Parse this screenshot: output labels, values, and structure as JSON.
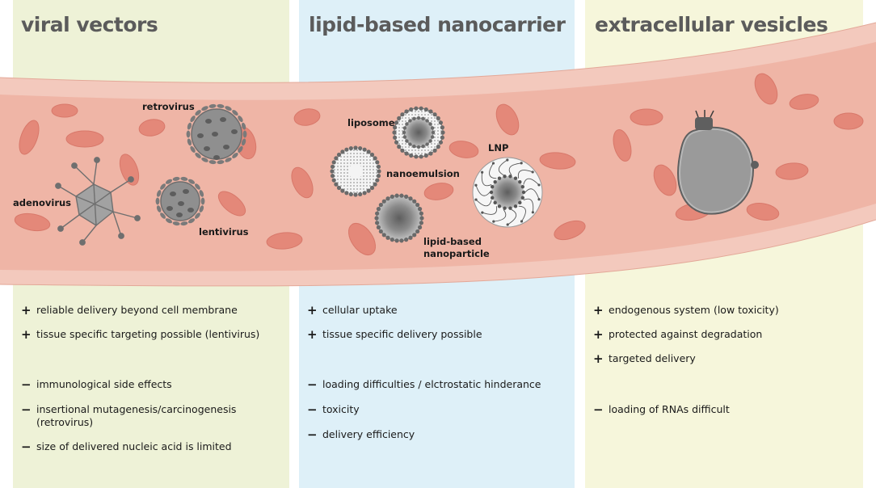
{
  "colors": {
    "viral_bg": "#eef2d7",
    "lipid_bg": "#def0f8",
    "ev_bg": "#f6f6db",
    "vessel_wall": "#f3c9bd",
    "vessel_lumen": "#efb5a6",
    "blood_cell": "#e48879",
    "particle_gray": "#8c8c8c"
  },
  "panels": [
    {
      "title": "viral vectors",
      "pros": [
        "reliable delivery beyond cell membrane",
        "tissue specific targeting possible (lentivirus)"
      ],
      "cons": [
        "immunological side effects",
        "insertional mutagenesis/carcinogenesis (retrovirus)",
        "size of delivered nucleic acid is limited"
      ]
    },
    {
      "title": "lipid-based nanocarrier",
      "pros": [
        "cellular uptake",
        "tissue specific delivery possible"
      ],
      "cons": [
        "loading difficulties / elctrostatic hinderance",
        "toxicity",
        "delivery efficiency"
      ]
    },
    {
      "title": "extracellular vesicles",
      "pros": [
        "endogenous system (low toxicity)",
        "protected against degradation",
        "targeted delivery"
      ],
      "cons": [
        "loading of RNAs difficult"
      ]
    }
  ],
  "labels": {
    "retrovirus": "retrovirus",
    "adenovirus": "adenovirus",
    "lentivirus": "lentivirus",
    "liposome": "liposome",
    "nanoemulsion": "nanoemulsion",
    "lnp": "LNP",
    "lipid_np_1": "lipid-based",
    "lipid_np_2": "nanoparticle"
  },
  "signs": {
    "plus": "+",
    "minus": "−"
  }
}
